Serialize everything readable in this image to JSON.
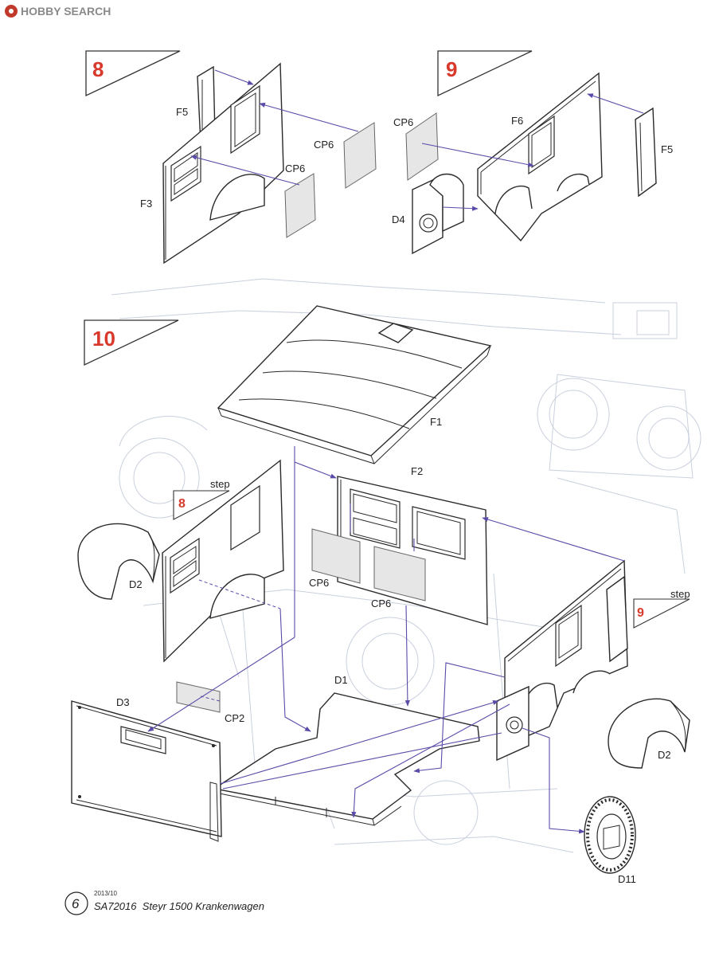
{
  "header": {
    "logo_text": "HOBBY SEARCH"
  },
  "steps": {
    "s8": {
      "number": "8",
      "labels": {
        "f5": "F5",
        "f3": "F3",
        "cp6a": "CP6",
        "cp6b": "CP6"
      }
    },
    "s9": {
      "number": "9",
      "labels": {
        "cp6": "CP6",
        "f6": "F6",
        "f5": "F5",
        "d4": "D4"
      }
    },
    "s10": {
      "number": "10",
      "labels": {
        "f1": "F1",
        "f2": "F2",
        "d2_left": "D2",
        "d2_right": "D2",
        "cp6_left": "CP6",
        "cp6_right": "CP6",
        "d1": "D1",
        "d3": "D3",
        "cp2": "CP2",
        "d11": "D11",
        "ref8_word": "step",
        "ref8_num": "8",
        "ref9_word": "step",
        "ref9_num": "9"
      }
    }
  },
  "footer": {
    "page_number": "6",
    "date": "2013/10",
    "title": "SA72016  Steyr 1500 Krankenwagen"
  },
  "colors": {
    "step_red": "#d8392b",
    "arrow_purple": "#5b4aa8",
    "logo_red": "#c0392b",
    "line": "#2a2a2a"
  }
}
